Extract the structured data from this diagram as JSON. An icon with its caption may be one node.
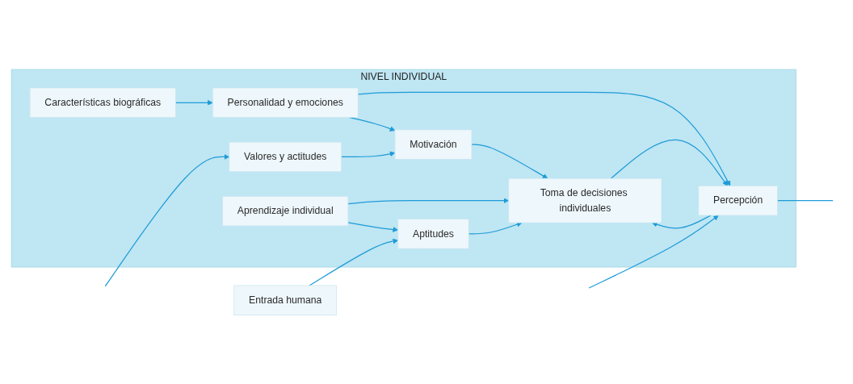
{
  "diagram": {
    "nodes": [
      {
        "text": [
          "NIVEL INDIVIDUAL"
        ]
      },
      {
        "text": [
          "Características biográficas"
        ],
        "in": 0
      },
      {
        "text": [
          "Personalidad y emociones"
        ],
        "in": 0
      },
      {
        "text": [
          "Percepción"
        ],
        "in": 0
      },
      {
        "text": [
          "Valores y actitudes"
        ],
        "in": 0
      },
      {
        "text": [
          "Motivación"
        ],
        "in": 0
      },
      {
        "text": [
          "Toma de decisiones individuales"
        ],
        "in": 0
      },
      {
        "text": [
          "Entrada humana"
        ]
      },
      {
        "text": [
          "Aptitudes"
        ],
        "in": 0
      },
      {
        "text": [
          "Aprendizaje individual"
        ],
        "in": 0
      }
    ],
    "edges": [
      {
        "from": 1,
        "to": 2,
        "arrow": "to"
      },
      {
        "from": 2,
        "to": 3,
        "arrow": "to"
      },
      {
        "from": 2,
        "to": 5,
        "arrow": "to"
      },
      {
        "from": 4,
        "to": 5,
        "arrow": "to"
      },
      {
        "from": 3,
        "to": 6,
        "arrow": "to"
      },
      {
        "from": 5,
        "to": 6,
        "arrow": "to"
      },
      {
        "from": 8,
        "to": 6,
        "arrow": "to"
      },
      {
        "from": 9,
        "to": 6,
        "arrow": "to"
      },
      {
        "from": 9,
        "to": 8,
        "arrow": "to"
      },
      {
        "from": 7,
        "to": 8,
        "arrow": "to"
      },
      {
        "from": 6,
        "to": 3,
        "arrow": "to"
      },
      {
        "from": null,
        "to": 4,
        "arrow": "to"
      },
      {
        "from": 3,
        "to": null,
        "arrow": "none"
      },
      {
        "from": null,
        "to": 3,
        "arrow": "to"
      }
    ]
  }
}
